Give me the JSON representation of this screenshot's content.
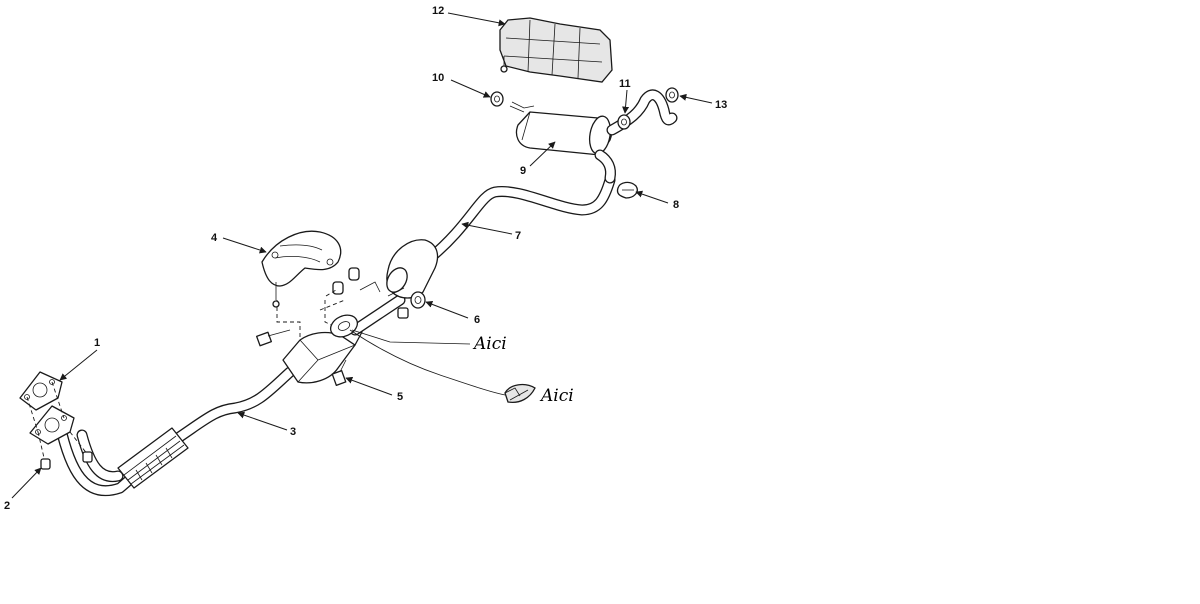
{
  "callouts": {
    "c1": "1",
    "c2": "2",
    "c3": "3",
    "c4": "4",
    "c5": "5",
    "c6": "6",
    "c7": "7",
    "c8": "8",
    "c9": "9",
    "c10": "10",
    "c11": "11",
    "c12": "12",
    "c13": "13"
  },
  "annotations": {
    "aici_1": "Aici",
    "aici_2": "Aici"
  },
  "icons": {
    "arrow": "arrowhead-icon",
    "gasket": "flange-gasket-icon",
    "bolt": "bolt-icon",
    "nut": "nut-icon",
    "hanger": "rubber-hanger-icon"
  },
  "colors": {
    "line": "#1a1a1a",
    "background": "#ffffff",
    "shade": "#e6e6e6"
  }
}
